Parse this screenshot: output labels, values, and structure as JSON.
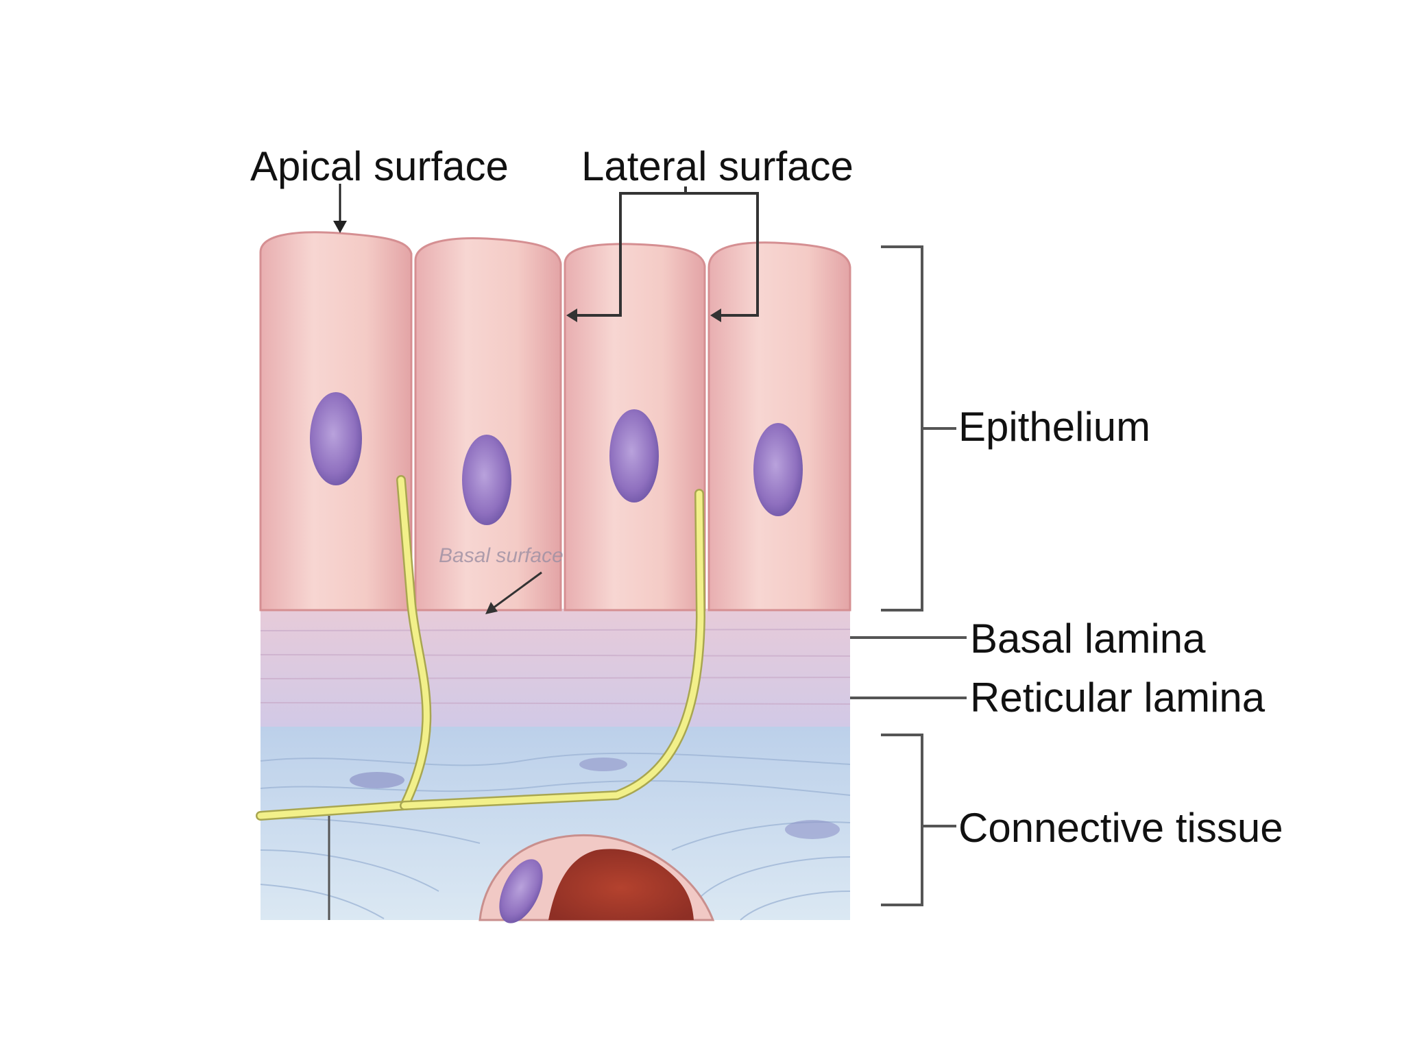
{
  "labels": {
    "apical": "Apical surface",
    "lateral": "Lateral surface",
    "basal_surface": "Basal surface",
    "epithelium": "Epithelium",
    "basal_lamina": "Basal lamina",
    "reticular_lamina": "Reticular lamina",
    "connective_tissue": "Connective tissue"
  },
  "colors": {
    "cell": "#f2c4bf",
    "cell_edge": "#d99a98",
    "nucleus": "#9c7fc8",
    "basal_lamina": "#e6cfe0",
    "reticular_lamina": "#d9c8e4",
    "connective": "#cfe0ef",
    "nerve": "#f3f08a",
    "vessel": "#b2493a"
  }
}
